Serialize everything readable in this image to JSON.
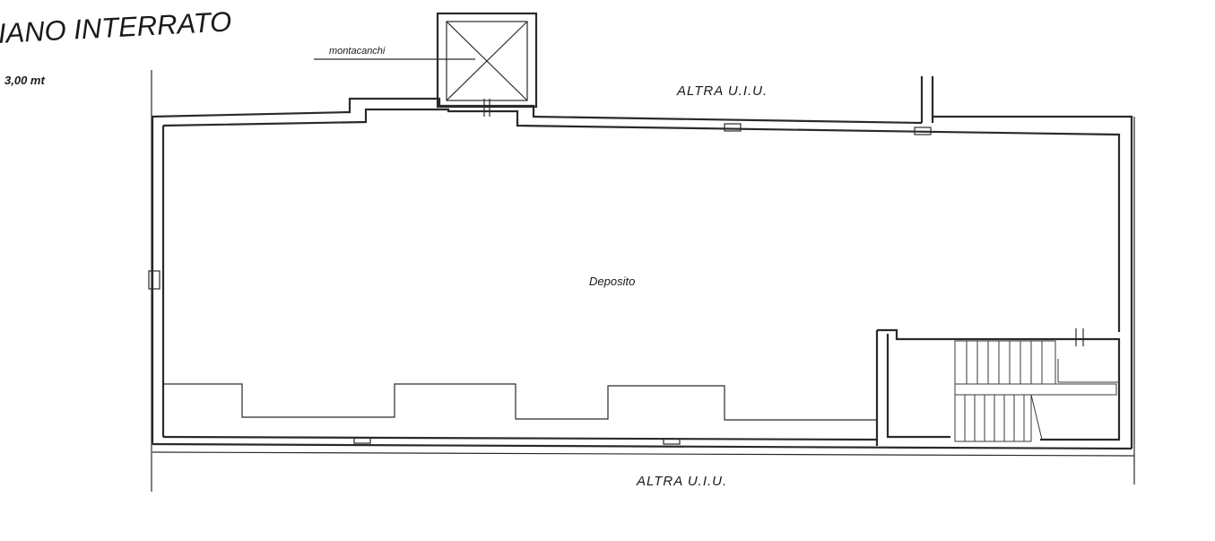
{
  "plan": {
    "title": "IANO INTERRATO",
    "height_label": "3,00 mt",
    "callout_label": "montacanchi",
    "room_label": "Deposito",
    "top_neighbor_label": "ALTRA U.I.U.",
    "bottom_neighbor_label": "ALTRA U.I.U."
  }
}
